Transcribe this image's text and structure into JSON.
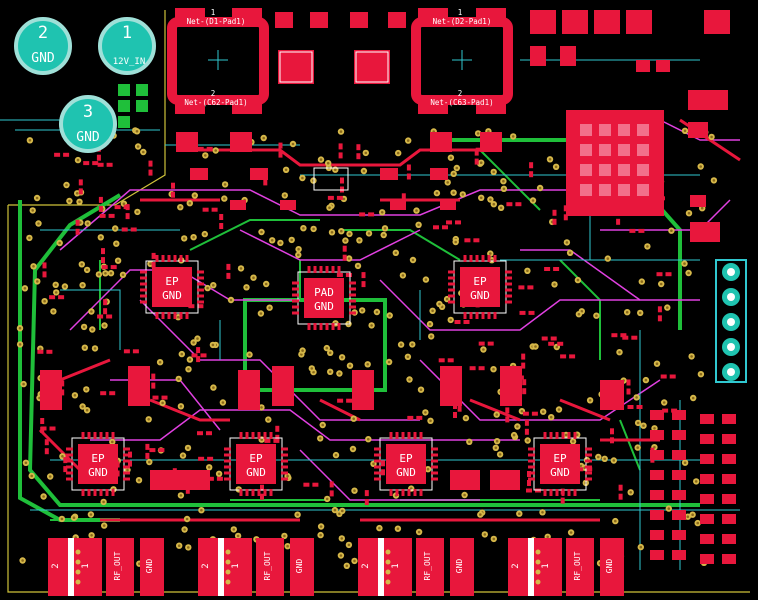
{
  "board": {
    "colors": {
      "background": "#000000",
      "copper_top": "#e8173c",
      "copper_bottom": "#1fbf3a",
      "silkscreen": "#ffffff",
      "via_ring": "#d6b84a",
      "track_magenta": "#e040e0",
      "track_cyan": "#30c8d0",
      "through_hole": "#17c0a6"
    },
    "mount_pads": [
      {
        "number": "2",
        "name": "GND"
      },
      {
        "number": "1",
        "name": "12V_IN"
      },
      {
        "number": "3",
        "name": "GND"
      }
    ],
    "net_labels": [
      {
        "pin": "1",
        "text": "Net-(D1-Pad1)"
      },
      {
        "pin": "2",
        "text": "Net-(C62-Pad1)"
      },
      {
        "pin": "1",
        "text": "Net-(D2-Pad1)"
      },
      {
        "pin": "2",
        "text": "Net-(C63-Pad1)"
      }
    ],
    "chips": [
      {
        "line1": "EP",
        "line2": "GND"
      },
      {
        "line1": "PAD",
        "line2": "GND"
      },
      {
        "line1": "EP",
        "line2": "GND"
      },
      {
        "line1": "EP",
        "line2": "GND"
      },
      {
        "line1": "EP",
        "line2": "GND"
      },
      {
        "line1": "EP",
        "line2": "GND"
      },
      {
        "line1": "EP",
        "line2": "GND"
      }
    ],
    "connectors": [
      {
        "pin2": "2",
        "pin1": "1",
        "signal": "RF_OUT",
        "ground": "GND"
      },
      {
        "pin2": "2",
        "pin1": "1",
        "signal": "RF_OUT",
        "ground": "GND"
      },
      {
        "pin2": "2",
        "pin1": "1",
        "signal": "RF_OUT",
        "ground": "GND"
      },
      {
        "pin2": "2",
        "pin1": "1",
        "signal": "RF_OUT",
        "ground": "GND"
      }
    ]
  }
}
